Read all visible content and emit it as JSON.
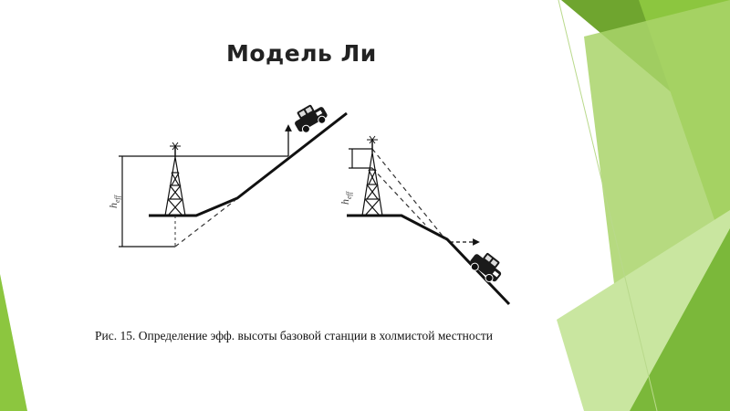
{
  "slide": {
    "title": "Модель Ли",
    "caption": "Рис. 15. Определение эфф. высоты базовой станции в холмистой местности"
  },
  "diagram": {
    "left_panel": {
      "height_label": "h",
      "height_label_sub": "eff"
    },
    "right_panel": {
      "height_label": "h",
      "height_label_sub": "eff"
    }
  },
  "colors": {
    "accent_dark": "#6aa32c",
    "accent_mid": "#8cc63f",
    "accent_light": "#c5e29a",
    "line": "#111111"
  }
}
